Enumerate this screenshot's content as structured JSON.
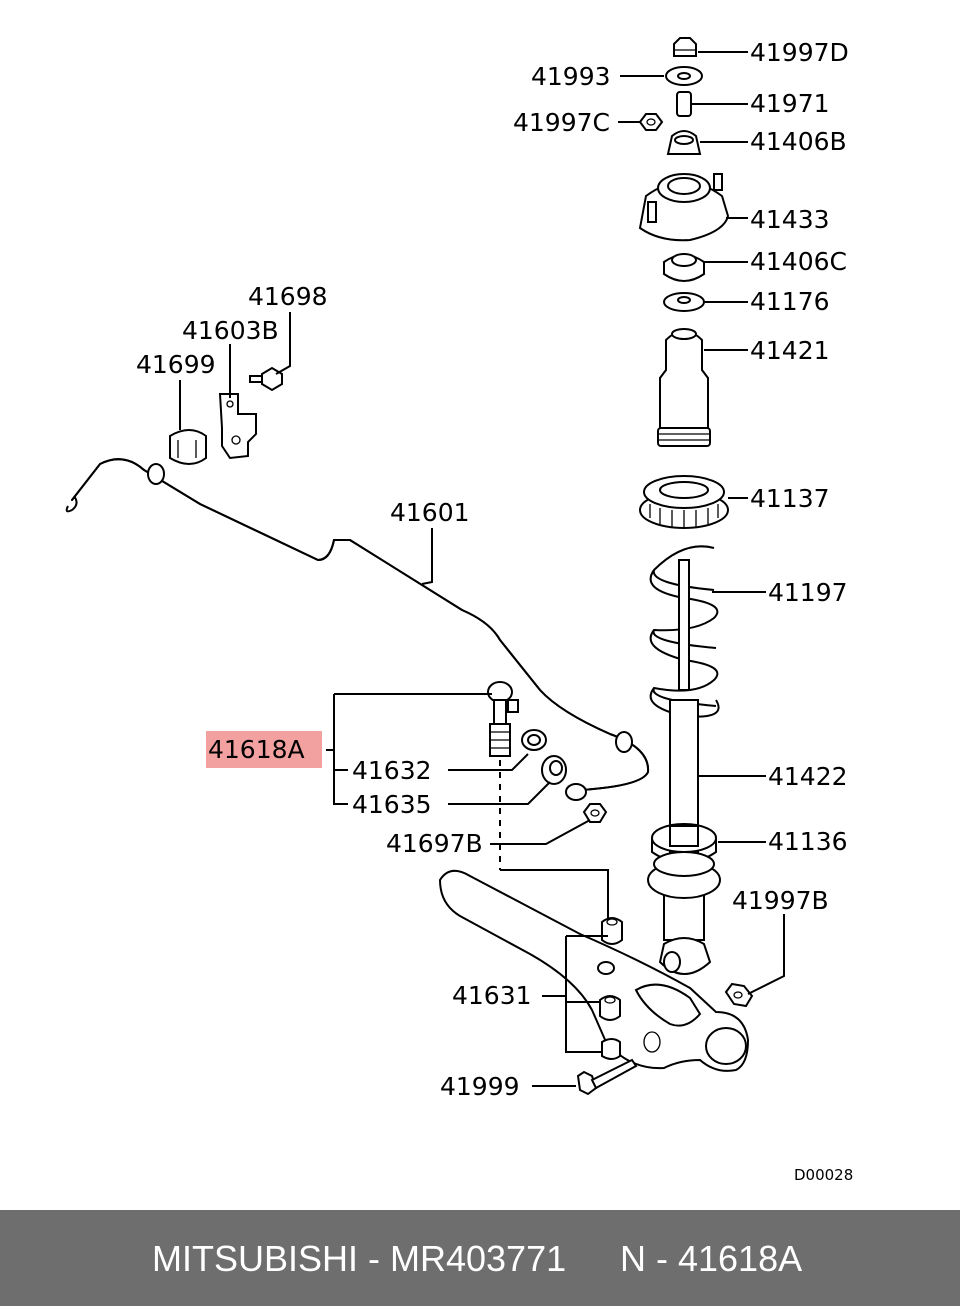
{
  "diagram": {
    "labels": {
      "41997D": "41997D",
      "41993": "41993",
      "41971": "41971",
      "41997C": "41997C",
      "41406B": "41406B",
      "41433": "41433",
      "41406C": "41406C",
      "41176": "41176",
      "41421": "41421",
      "41137": "41137",
      "41698": "41698",
      "41603B": "41603B",
      "41699": "41699",
      "41601": "41601",
      "41197": "41197",
      "41618A": "41618A",
      "41632": "41632",
      "41635": "41635",
      "41422": "41422",
      "41697B": "41697B",
      "41136": "41136",
      "41997B": "41997B",
      "41631": "41631",
      "41999": "41999"
    },
    "highlight_color": "#f2a0a0",
    "code": "D00028"
  },
  "footer": {
    "brand": "MITSUBISHI - MR403771",
    "ref": "N - 41618A",
    "background": "#6e6e6e"
  }
}
